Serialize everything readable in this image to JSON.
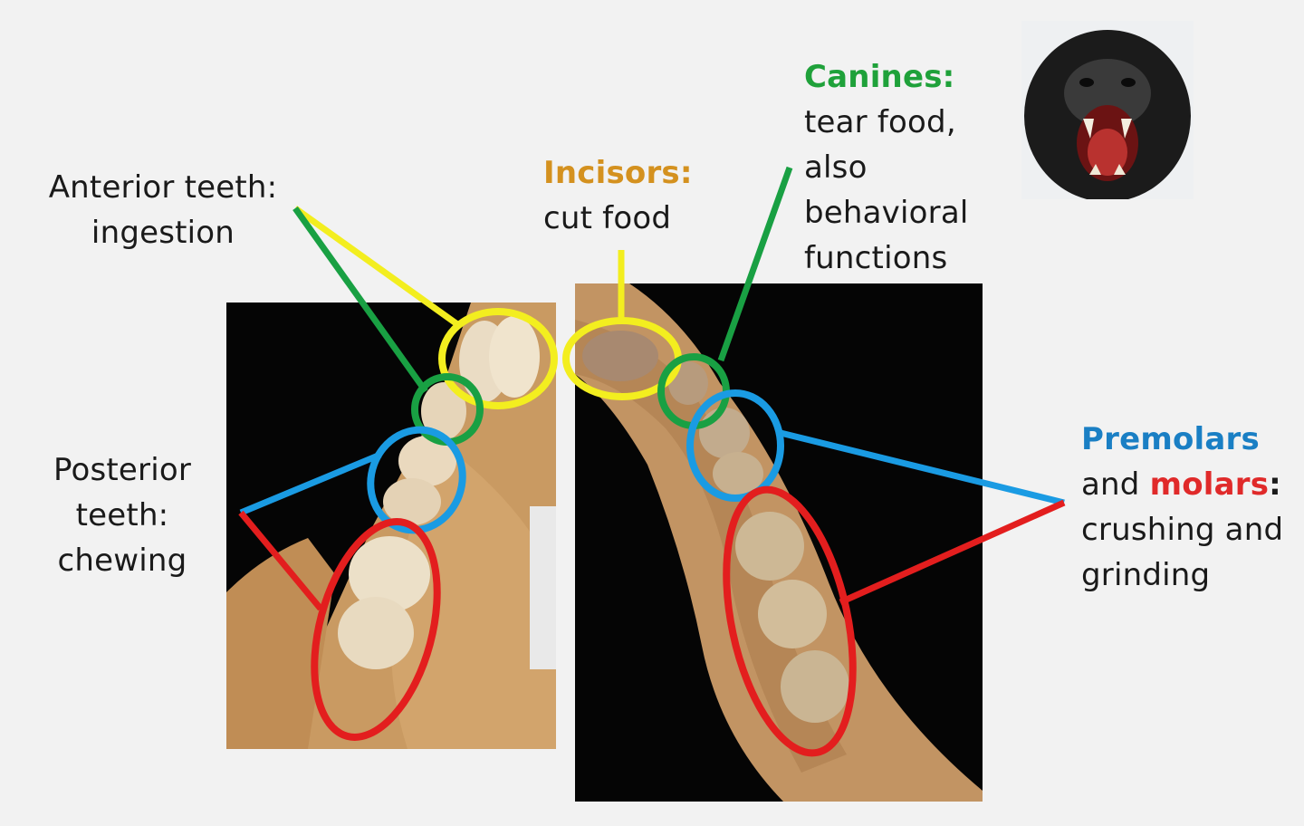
{
  "colors": {
    "incisors": "#d4911f",
    "canines": "#1fa13a",
    "premolars": "#1a7fc4",
    "molars": "#e02a2a",
    "incisor_outline": "#f3ee1f",
    "canine_outline": "#19a043",
    "premolar_outline": "#1a9be3",
    "molar_outline": "#e31e1e"
  },
  "labels": {
    "anterior": {
      "line1": "Anterior teeth:",
      "line2": "ingestion"
    },
    "posterior": {
      "line1": "Posterior",
      "line2": "teeth:",
      "line3": "chewing"
    },
    "incisors": {
      "title": "Incisors:",
      "desc": "cut food"
    },
    "canines": {
      "title": "Canines:",
      "line1": "tear food,",
      "line2": "also",
      "line3": "behavioral",
      "line4": "functions"
    },
    "premolars_molars": {
      "title": "Premolars",
      "and": "and ",
      "molars": "molars",
      "colon": ":",
      "line1": "crushing and",
      "line2": "grinding"
    }
  },
  "images": {
    "upper_jaw": "upper-jaw-photo",
    "lower_jaw": "lower-jaw-photo",
    "chimp": "chimpanzee-photo"
  }
}
